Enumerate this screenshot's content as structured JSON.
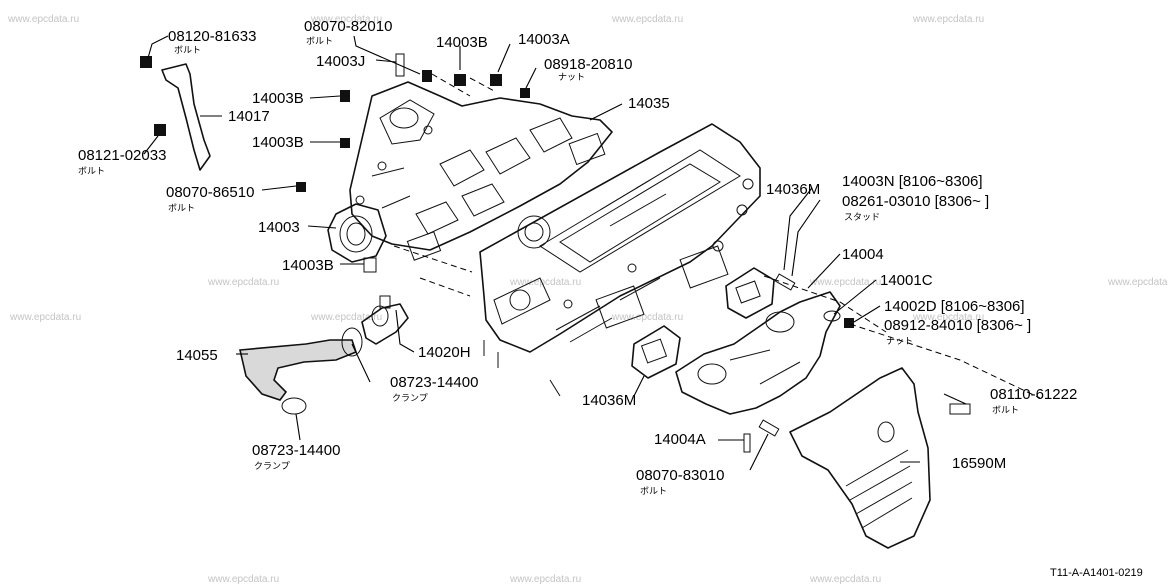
{
  "watermark": "www.epcdata.ru",
  "reference_code": "T11-A-A1401-0219",
  "parts": [
    {
      "id": "p01",
      "number": "08120-81633",
      "note": "ボルト"
    },
    {
      "id": "p02",
      "number": "08070-82010",
      "note": "ボルト"
    },
    {
      "id": "p03",
      "number": "14003B"
    },
    {
      "id": "p04",
      "number": "14003A"
    },
    {
      "id": "p05",
      "number": "14003J"
    },
    {
      "id": "p06",
      "number": "08918-20810",
      "note": "ナット"
    },
    {
      "id": "p07",
      "number": "14003B"
    },
    {
      "id": "p08",
      "number": "14035"
    },
    {
      "id": "p09",
      "number": "14017"
    },
    {
      "id": "p10",
      "number": "14003B"
    },
    {
      "id": "p11",
      "number": "08121-02033",
      "note": "ボルト"
    },
    {
      "id": "p12",
      "number": "08070-86510",
      "note": "ボルト"
    },
    {
      "id": "p13",
      "number": "14003N [8106~8306]"
    },
    {
      "id": "p14",
      "number": "14036M"
    },
    {
      "id": "p15",
      "number": "08261-03010 [8306~        ]",
      "note": "スタッド"
    },
    {
      "id": "p16",
      "number": "14003"
    },
    {
      "id": "p17",
      "number": "14004"
    },
    {
      "id": "p18",
      "number": "14003B"
    },
    {
      "id": "p19",
      "number": "14001C"
    },
    {
      "id": "p20",
      "number": "14002D [8106~8306]"
    },
    {
      "id": "p21",
      "number": "08912-84010 [8306~        ]",
      "note": "ナット"
    },
    {
      "id": "p22",
      "number": "14020H"
    },
    {
      "id": "p23",
      "number": "14055"
    },
    {
      "id": "p24",
      "number": "08723-14400",
      "note": "クランプ"
    },
    {
      "id": "p25",
      "number": "08110-61222",
      "note": "ボルト"
    },
    {
      "id": "p26",
      "number": "14036M"
    },
    {
      "id": "p27",
      "number": "14004A"
    },
    {
      "id": "p28",
      "number": "16590M"
    },
    {
      "id": "p29",
      "number": "08723-14400",
      "note": "クランプ"
    },
    {
      "id": "p30",
      "number": "08070-83010",
      "note": "ボルト"
    }
  ]
}
